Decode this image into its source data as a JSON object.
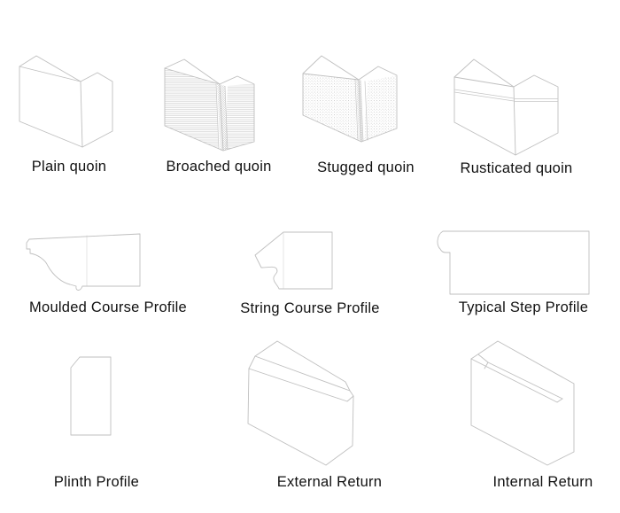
{
  "page": {
    "background": "#ffffff",
    "line_color": "#bfbfbf",
    "text_color": "#111111",
    "description": "Sheet of architectural stonework line drawings: quoin types, course profiles and returns"
  },
  "figures": [
    {
      "id": "plain-quoin",
      "label": "Plain quoin"
    },
    {
      "id": "broached-quoin",
      "label": "Broached quoin"
    },
    {
      "id": "stugged-quoin",
      "label": "Stugged quoin"
    },
    {
      "id": "rusticated-quoin",
      "label": "Rusticated quoin"
    },
    {
      "id": "moulded-course",
      "label": "Moulded Course Profile"
    },
    {
      "id": "string-course",
      "label": "String Course Profile"
    },
    {
      "id": "typical-step",
      "label": "Typical Step Profile"
    },
    {
      "id": "plinth",
      "label": "Plinth Profile"
    },
    {
      "id": "external-return",
      "label": "External Return"
    },
    {
      "id": "internal-return",
      "label": "Internal Return"
    }
  ]
}
